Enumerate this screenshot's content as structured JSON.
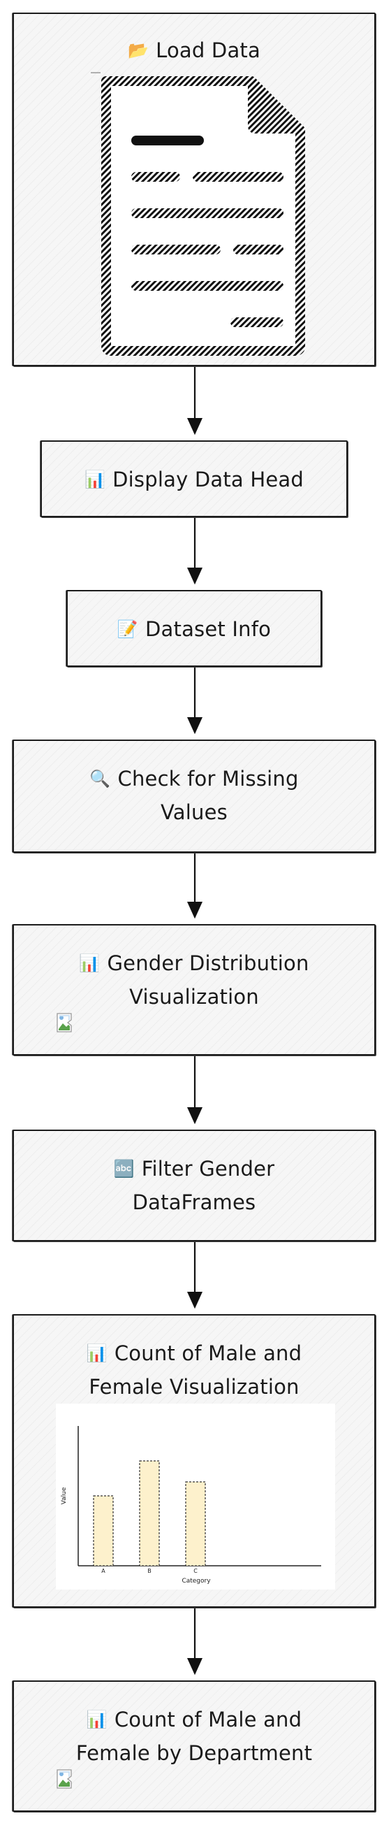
{
  "nodes": [
    {
      "icon": "📂",
      "label": "Load Data"
    },
    {
      "icon": "📊",
      "label": "Display Data Head"
    },
    {
      "icon": "📝",
      "label": "Dataset Info"
    },
    {
      "icon": "🔍",
      "line1": "Check for Missing",
      "line2": "Values"
    },
    {
      "icon": "📊",
      "line1": "Gender Distribution",
      "line2": "Visualization"
    },
    {
      "icon": "🔤",
      "line1": "Filter Gender",
      "line2": "DataFrames"
    },
    {
      "icon": "📊",
      "line1": "Count of Male and",
      "line2": "Female Visualization"
    },
    {
      "icon": "📊",
      "line1": "Count of Male and",
      "line2": "Female by Department"
    }
  ],
  "chart_data": {
    "type": "bar",
    "categories": [
      "A",
      "B",
      "C"
    ],
    "values": [
      5,
      7.5,
      6
    ],
    "xlabel": "Category",
    "ylabel": "Value",
    "ylim": [
      0,
      10
    ],
    "bar_fill": "#fdf1cc",
    "bar_stroke": "#333333"
  }
}
